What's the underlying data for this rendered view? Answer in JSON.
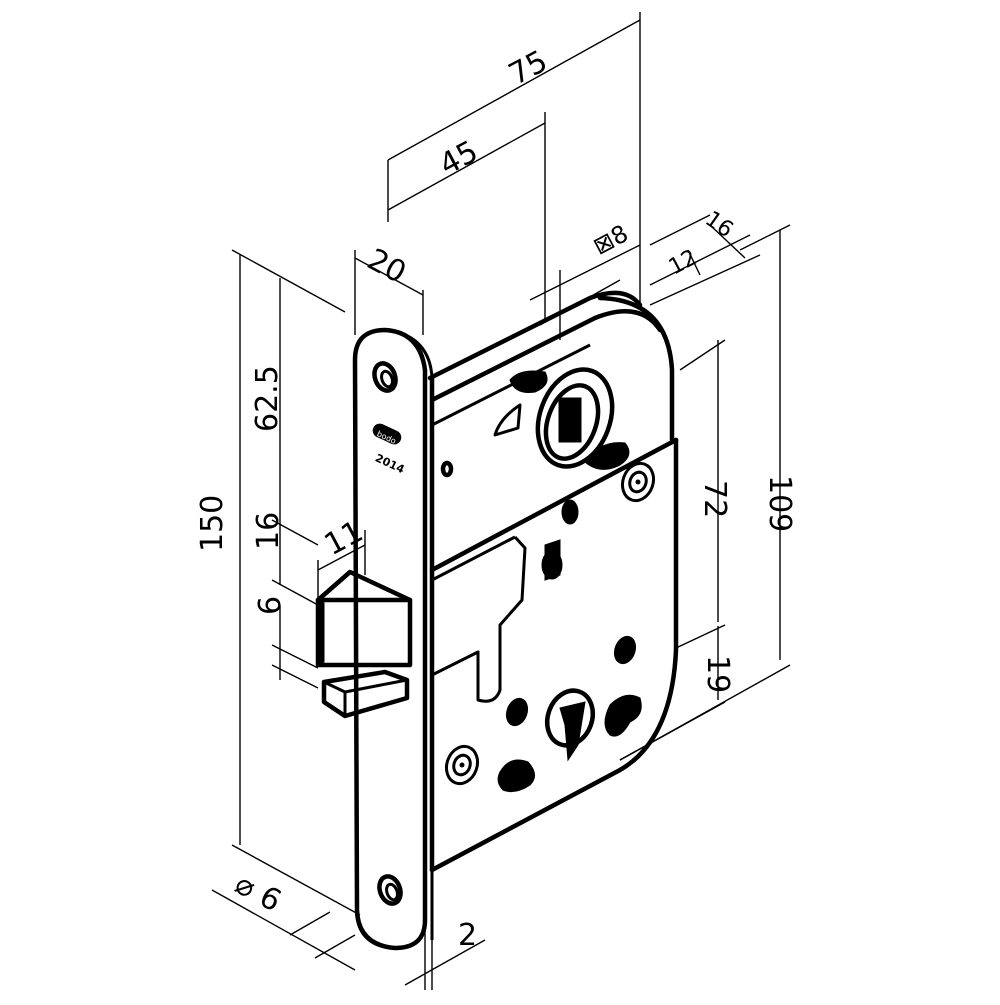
{
  "drawing": {
    "subject": "Mortise lock body with faceplate, latch bolt and cylinder/key holes",
    "stroke_color": "#000000",
    "background_color": "#ffffff",
    "faceplate": {
      "brand_mark": "bodo",
      "code": "2014"
    },
    "dimensions": {
      "overall_width": "75",
      "backset": "45",
      "spindle_square": "⊠8",
      "body_depth_outer": "16",
      "body_depth_inner": "12",
      "faceplate_width": "20",
      "faceplate_height": "150",
      "top_to_spindle": "62.5",
      "latch_height": "16",
      "latch_projection": "11",
      "latch_gap": "6",
      "spindle_to_keyhole": "72",
      "keyhole_to_bottom": "19",
      "body_height": "109",
      "screw_hole_diameter": "⌀ 6",
      "faceplate_thickness": "2"
    }
  }
}
